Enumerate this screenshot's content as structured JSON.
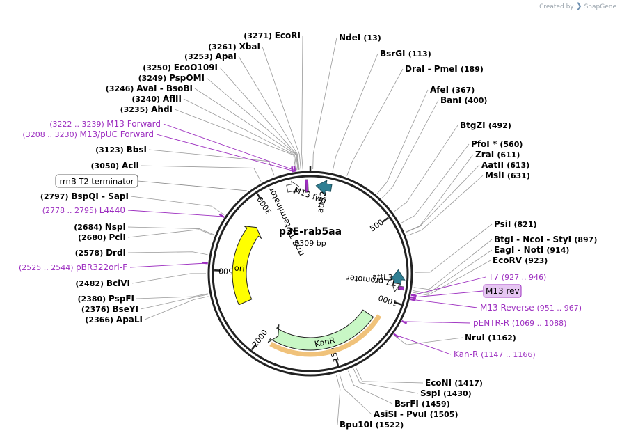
{
  "header": {
    "created_by": "Created by",
    "brand_name": "SnapGene"
  },
  "plasmid": {
    "name": "p3E-rab5aa",
    "size_label": "3309 bp",
    "length": 3309
  },
  "ticks": [
    {
      "pos": 500,
      "label": "500"
    },
    {
      "pos": 1000,
      "label": "1000"
    },
    {
      "pos": 1500,
      "label": "1500"
    },
    {
      "pos": 2000,
      "label": "2000"
    },
    {
      "pos": 2500,
      "label": "2500"
    },
    {
      "pos": 3000,
      "label": "3000"
    }
  ],
  "sites": [
    {
      "name": "NdeI",
      "pos": "(13)",
      "bp": 13
    },
    {
      "name": "BsrGI",
      "pos": "(113)",
      "bp": 113
    },
    {
      "name": "DraI - PmeI",
      "pos": "(189)",
      "bp": 189
    },
    {
      "name": "AfeI",
      "pos": "(367)",
      "bp": 367
    },
    {
      "name": "BanI",
      "pos": "(400)",
      "bp": 400
    },
    {
      "name": "BtgZI",
      "pos": "(492)",
      "bp": 492
    },
    {
      "name": "PfoI *",
      "pos": "(560)",
      "bp": 560
    },
    {
      "name": "ZraI",
      "pos": "(611)",
      "bp": 611
    },
    {
      "name": "AatII",
      "pos": "(613)",
      "bp": 613
    },
    {
      "name": "MslI",
      "pos": "(631)",
      "bp": 631
    },
    {
      "name": "PsiI",
      "pos": "(821)",
      "bp": 821
    },
    {
      "name": "BtgI - NcoI - StyI",
      "pos": "(897)",
      "bp": 897
    },
    {
      "name": "EagI - NotI",
      "pos": "(914)",
      "bp": 914
    },
    {
      "name": "EcoRV",
      "pos": "(923)",
      "bp": 923
    },
    {
      "name": "NruI",
      "pos": "(1162)",
      "bp": 1162
    },
    {
      "name": "EcoNI",
      "pos": "(1417)",
      "bp": 1417
    },
    {
      "name": "SspI",
      "pos": "(1430)",
      "bp": 1430
    },
    {
      "name": "BsrFI",
      "pos": "(1459)",
      "bp": 1459
    },
    {
      "name": "AsiSI - PvuI",
      "pos": "(1505)",
      "bp": 1505
    },
    {
      "name": "Bpu10I",
      "pos": "(1522)",
      "bp": 1522
    },
    {
      "name": "ApaLI",
      "pos": "(2366)",
      "bp": 2366
    },
    {
      "name": "BseYI",
      "pos": "(2376)",
      "bp": 2376
    },
    {
      "name": "PspFI",
      "pos": "(2380)",
      "bp": 2380
    },
    {
      "name": "BclVI",
      "pos": "(2482)",
      "bp": 2482
    },
    {
      "name": "DrdI",
      "pos": "(2578)",
      "bp": 2578
    },
    {
      "name": "PciI",
      "pos": "(2680)",
      "bp": 2680
    },
    {
      "name": "NspI",
      "pos": "(2684)",
      "bp": 2684
    },
    {
      "name": "BspQI - SapI",
      "pos": "(2797)",
      "bp": 2797
    },
    {
      "name": "AclI",
      "pos": "(3050)",
      "bp": 3050
    },
    {
      "name": "BbsI",
      "pos": "(3123)",
      "bp": 3123
    },
    {
      "name": "AhdI",
      "pos": "(3235)",
      "bp": 3235
    },
    {
      "name": "AflII",
      "pos": "(3240)",
      "bp": 3240
    },
    {
      "name": "AvaI - BsoBI",
      "pos": "(3246)",
      "bp": 3246
    },
    {
      "name": "PspOMI",
      "pos": "(3249)",
      "bp": 3249
    },
    {
      "name": "EcoO109I",
      "pos": "(3250)",
      "bp": 3250
    },
    {
      "name": "ApaI",
      "pos": "(3253)",
      "bp": 3253
    },
    {
      "name": "XbaI",
      "pos": "(3261)",
      "bp": 3261
    },
    {
      "name": "EcoRI",
      "pos": "(3271)",
      "bp": 3271
    }
  ],
  "primers": [
    {
      "name": "T7",
      "range": "(927 .. 946)",
      "start": 927,
      "end": 946
    },
    {
      "name": "M13 rev",
      "range": "",
      "start": 947,
      "end": 950,
      "boxed": true
    },
    {
      "name": "M13 Reverse",
      "range": "(951 .. 967)",
      "start": 951,
      "end": 967
    },
    {
      "name": "pENTR-R",
      "range": "(1069 .. 1088)",
      "start": 1069,
      "end": 1088
    },
    {
      "name": "Kan-R",
      "range": "(1147 .. 1166)",
      "start": 1147,
      "end": 1166
    },
    {
      "name": "pBR322ori-F",
      "range": "(2525 .. 2544)",
      "start": 2525,
      "end": 2544
    },
    {
      "name": "L4440",
      "range": "(2778 .. 2795)",
      "start": 2778,
      "end": 2795
    },
    {
      "name": "M13/pUC Forward",
      "range": "(3208 .. 3230)",
      "start": 3208,
      "end": 3230
    },
    {
      "name": "M13 Forward",
      "range": "(3222 .. 3239)",
      "start": 3222,
      "end": 3239
    }
  ],
  "features": [
    {
      "name": "KanR",
      "start": 1145,
      "end": 1905,
      "color": "#c8f7c5",
      "type": "kanr"
    },
    {
      "name": "ori",
      "start": 2265,
      "end": 2855,
      "color": "#ffff00",
      "type": "ori"
    },
    {
      "name": "rrnB T1 terminator",
      "start": 3180,
      "end": 3225,
      "color": "#ffffff",
      "type": "term"
    },
    {
      "name": "rrnB T2 terminator",
      "start": 2950,
      "end": 2980,
      "color": "#ffffff",
      "type": "boxed"
    },
    {
      "name": "attR2",
      "start": 40,
      "end": 130,
      "color": "#2f7f93",
      "type": "att"
    },
    {
      "name": "M13 fwd",
      "start": 3275,
      "end": 3300,
      "color": "#9d2fc0",
      "type": "primerfeat"
    },
    {
      "name": "attL3",
      "start": 830,
      "end": 880,
      "color": "#2f7f93",
      "type": "att"
    },
    {
      "name": "T7 promoter",
      "start": 900,
      "end": 925,
      "color": "#ffffff",
      "type": "promoter"
    }
  ],
  "colors": {
    "primer": "#9d2fc0",
    "ori": "#ffff00",
    "kanr": "#c8f7c5",
    "att": "#2f7f93",
    "kanr_glow": "#f0c27a"
  }
}
